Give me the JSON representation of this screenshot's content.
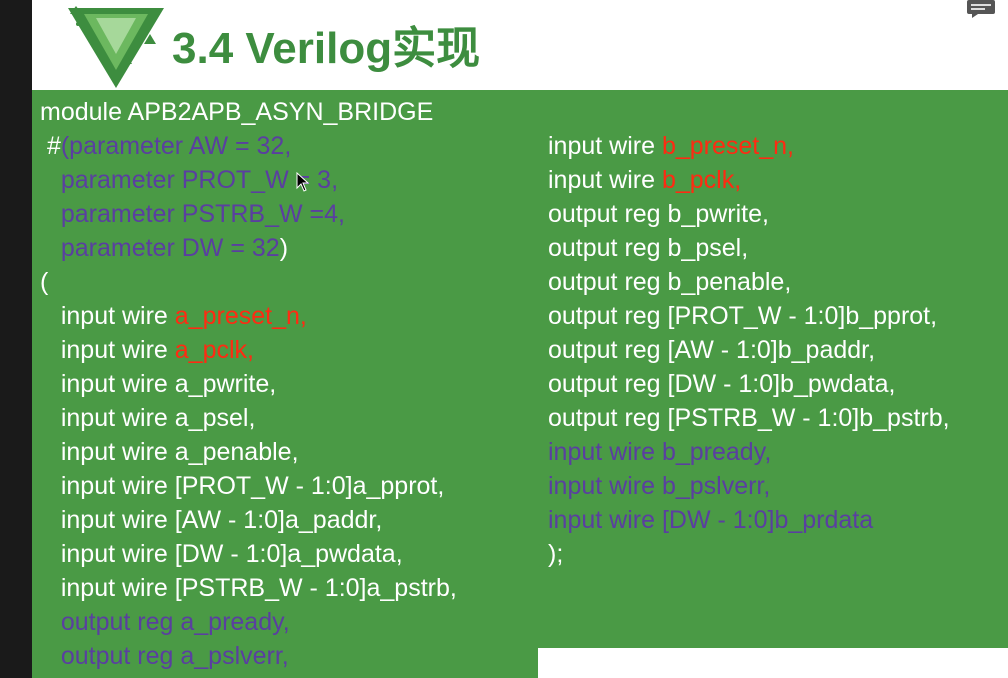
{
  "slide": {
    "title": "3.4 Verilog实现",
    "logo_icon": "green-triangle-logo-icon",
    "corner_icon": "comment-icon"
  },
  "colors": {
    "accent_green": "#3d8d3f",
    "panel_green": "#4a9a45",
    "keyword_purple": "#5a3fa0",
    "clock_reset_red": "#ff2a12",
    "default_text": "#ffffff"
  },
  "code": {
    "left": {
      "l0": "module APB2APB_ASYN_BRIDGE",
      "l1_hash": " #",
      "l1_rest": "(parameter AW = 32,",
      "l2": "   parameter PROT_W = 3,",
      "l3": "   parameter PSTRB_W =4,",
      "l4": "   parameter DW = 32",
      "l4_paren": ")",
      "l5": "(",
      "l6_prefix": "   input wire ",
      "l6_sig": "a_preset_n,",
      "l7_prefix": "   input wire ",
      "l7_sig": "a_pclk,",
      "l8": "   input wire a_pwrite,",
      "l9": "   input wire a_psel,",
      "l10": "   input wire a_penable,",
      "l11": "   input wire [PROT_W - 1:0]a_pprot,",
      "l12": "   input wire [AW - 1:0]a_paddr,",
      "l13": "   input wire [DW - 1:0]a_pwdata,",
      "l14": "   input wire [PSTRB_W - 1:0]a_pstrb,",
      "l15": "   output reg a_pready,",
      "l16": "   output reg a_pslverr,"
    },
    "right": {
      "r0_prefix": "input wire ",
      "r0_sig": "b_preset_n,",
      "r1_prefix": "input wire ",
      "r1_sig": "b_pclk,",
      "r2": "output reg b_pwrite,",
      "r3": "output reg b_psel,",
      "r4": "output reg b_penable,",
      "r5": "output reg [PROT_W - 1:0]b_pprot,",
      "r6": "output reg [AW - 1:0]b_paddr,",
      "r7": "output reg [DW - 1:0]b_pwdata,",
      "r8": "output reg [PSTRB_W - 1:0]b_pstrb,",
      "r9": "input wire b_pready,",
      "r10": "input wire b_pslverr,",
      "r11": "input wire [DW - 1:0]b_prdata",
      "r12": ");"
    }
  }
}
